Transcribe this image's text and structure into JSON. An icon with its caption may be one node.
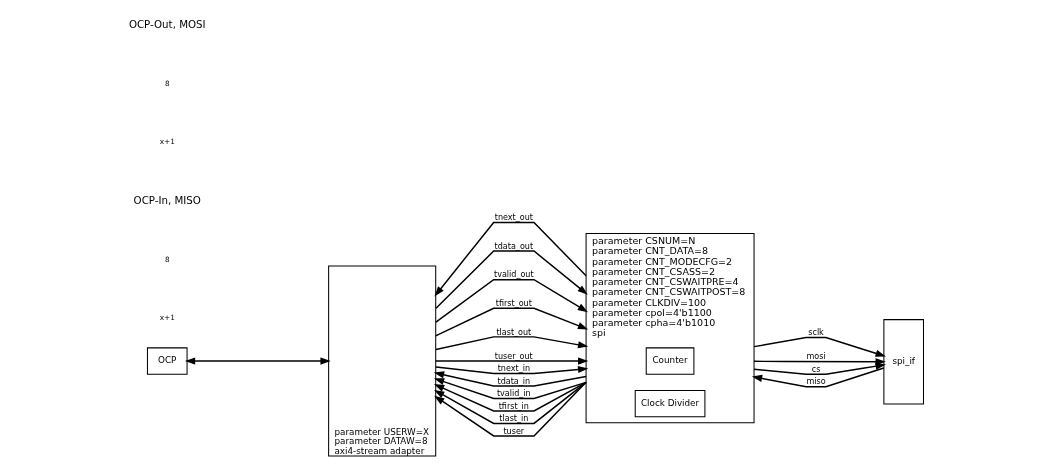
{
  "diagram": {
    "nodes": [
      {
        "text": [
          "OCP"
        ]
      },
      {
        "text": [
          "parameter USERW=X",
          "parameter DATAW=8",
          "axi4-stream adapter"
        ]
      },
      {
        "text": [
          "parameter CSNUM=N",
          "parameter CNT_DATA=8",
          "parameter CNT_MODECFG=2",
          "parameter CNT_CSASS=2",
          "parameter CNT_CSWAITPRE=4",
          "parameter CNT_CSWAITPOST=8",
          "parameter CLKDIV=100",
          "parameter cpol=4'b1100",
          "parameter cpha=4'b1010",
          "spi"
        ]
      },
      {
        "text": [
          "Counter"
        ],
        "in": 2
      },
      {
        "text": [
          "Clock Divider"
        ],
        "in": 2
      },
      {
        "text": [
          "spi_if"
        ]
      }
    ],
    "edges": [
      {
        "from": 0,
        "to": 1,
        "arrow": "both"
      },
      {
        "from": 2,
        "to": 1,
        "arrow": "to",
        "label": "tnext_out"
      },
      {
        "from": 1,
        "to": 2,
        "arrow": "to",
        "label": "tdata_out"
      },
      {
        "from": 1,
        "to": 2,
        "arrow": "to",
        "label": "tvalid_out"
      },
      {
        "from": 1,
        "to": 2,
        "arrow": "to",
        "label": "tfirst_out"
      },
      {
        "from": 1,
        "to": 2,
        "arrow": "to",
        "label": "tlast_out"
      },
      {
        "from": 1,
        "to": 2,
        "arrow": "to",
        "label": "tuser_out"
      },
      {
        "from": 1,
        "to": 2,
        "arrow": "to",
        "label": "tnext_in"
      },
      {
        "from": 2,
        "to": 1,
        "arrow": "to",
        "label": "tdata_in"
      },
      {
        "from": 2,
        "to": 1,
        "arrow": "to",
        "label": "tvalid_in"
      },
      {
        "from": 2,
        "to": 1,
        "arrow": "to",
        "label": "tfirst_in"
      },
      {
        "from": 2,
        "to": 1,
        "arrow": "to",
        "label": "tlast_in"
      },
      {
        "from": 2,
        "to": 1,
        "arrow": "to",
        "label": "tuser"
      },
      {
        "from": 2,
        "to": 5,
        "arrow": "to",
        "label": "sclk"
      },
      {
        "from": 2,
        "to": 5,
        "arrow": "to",
        "label": "mosi"
      },
      {
        "from": 2,
        "to": 5,
        "arrow": "to",
        "label": "cs"
      },
      {
        "from": 5,
        "to": 2,
        "arrow": "to",
        "label": "miso"
      }
    ],
    "labels": [
      "OCP-Out, MOSI",
      "8",
      "x+1",
      "OCP-In, MISO",
      "8",
      "x+1"
    ]
  }
}
